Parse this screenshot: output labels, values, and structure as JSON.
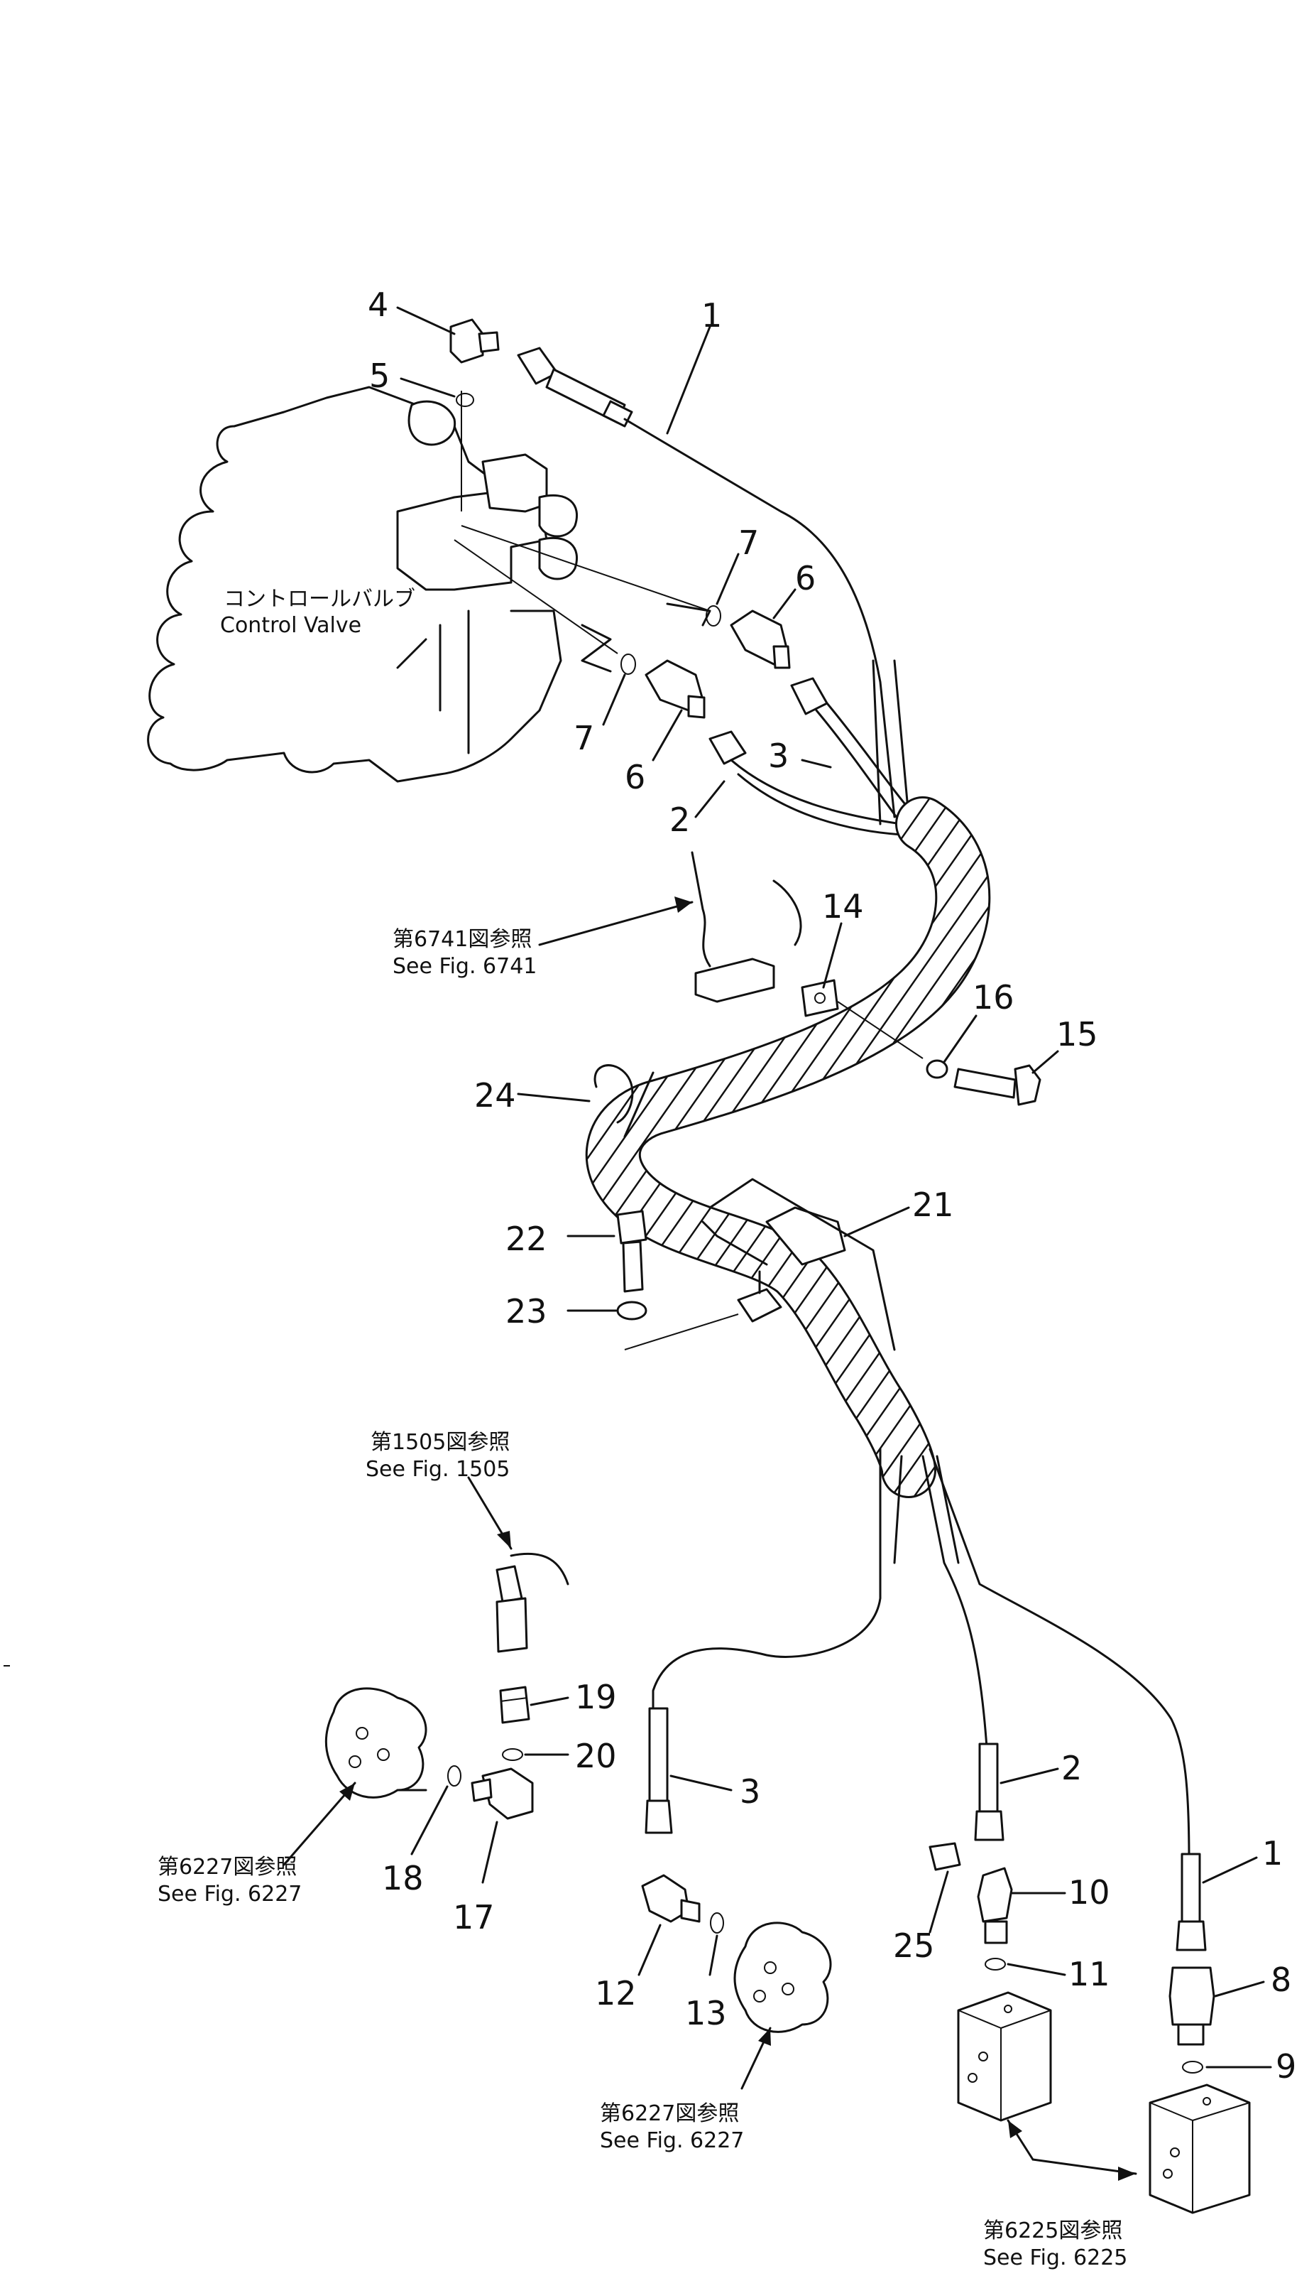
{
  "callouts": [
    "1",
    "2",
    "3",
    "4",
    "5",
    "6",
    "7",
    "8",
    "9",
    "10",
    "11",
    "12",
    "13",
    "14",
    "15",
    "16",
    "17",
    "18",
    "19",
    "20",
    "21",
    "22",
    "23",
    "24",
    "25"
  ],
  "references": {
    "control_valve_jp": "コントロールバルブ",
    "control_valve_en": "Control Valve",
    "fig6741_jp": "第6741図参照",
    "fig6741_en": "See Fig. 6741",
    "fig1505_jp": "第1505図参照",
    "fig1505_en": "See Fig. 1505",
    "fig6227a_jp": "第6227図参照",
    "fig6227a_en": "See Fig. 6227",
    "fig6227b_jp": "第6227図参照",
    "fig6227b_en": "See Fig. 6227",
    "fig6225_jp": "第6225図参照",
    "fig6225_en": "See Fig. 6225"
  }
}
